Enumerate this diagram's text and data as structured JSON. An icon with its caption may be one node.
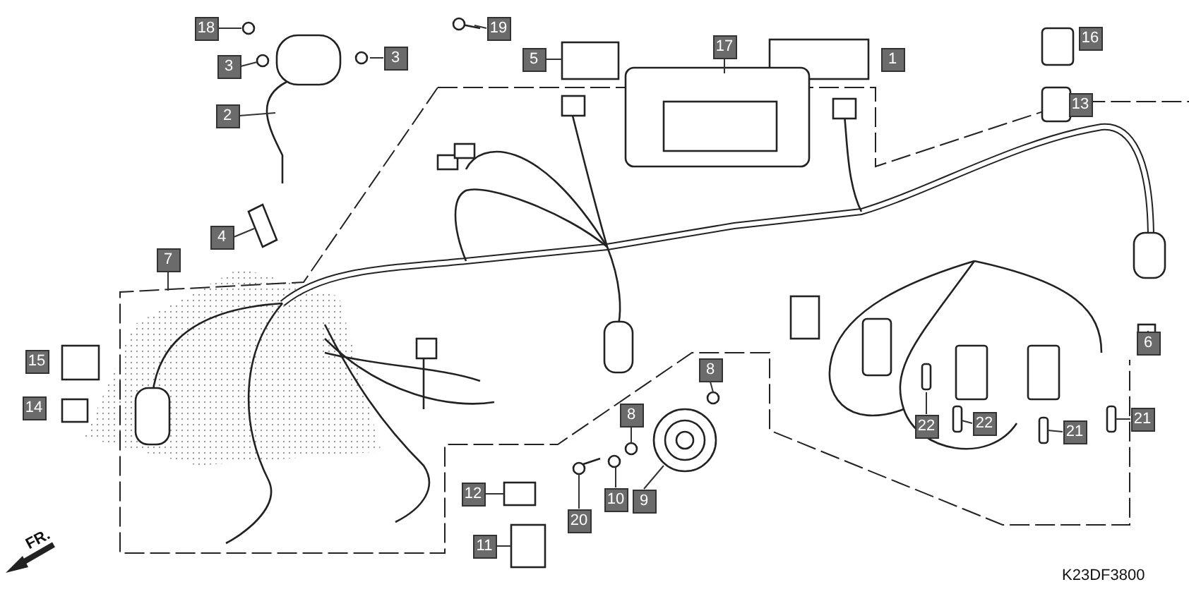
{
  "diagram": {
    "nodes": [
      {
        "text": [
          "18"
        ]
      },
      {
        "text": [
          "19"
        ]
      },
      {
        "text": [
          "17"
        ]
      },
      {
        "text": [
          "16"
        ]
      },
      {
        "text": [
          "3"
        ]
      },
      {
        "text": [
          "5"
        ]
      },
      {
        "text": [
          "1"
        ]
      },
      {
        "text": [
          "3"
        ]
      },
      {
        "text": [
          "13"
        ]
      },
      {
        "text": [
          "2"
        ]
      },
      {
        "text": [
          "4"
        ]
      },
      {
        "text": [
          "7"
        ]
      },
      {
        "text": [
          "6"
        ]
      },
      {
        "text": [
          "15"
        ]
      },
      {
        "text": [
          "8"
        ]
      },
      {
        "text": [
          "14"
        ]
      },
      {
        "text": [
          "8"
        ]
      },
      {
        "text": [
          "22"
        ]
      },
      {
        "text": [
          "22"
        ]
      },
      {
        "text": [
          "21"
        ]
      },
      {
        "text": [
          "21"
        ]
      },
      {
        "text": [
          "12"
        ]
      },
      {
        "text": [
          "10"
        ]
      },
      {
        "text": [
          "9"
        ]
      },
      {
        "text": [
          "20"
        ]
      },
      {
        "text": [
          "11"
        ]
      }
    ],
    "edges": [
      {
        "from": 0,
        "to": null,
        "arrow": "none"
      },
      {
        "from": 1,
        "to": null,
        "arrow": "none"
      },
      {
        "from": 2,
        "to": null,
        "arrow": "none"
      },
      {
        "from": 4,
        "to": null,
        "arrow": "none"
      },
      {
        "from": 5,
        "to": null,
        "arrow": "none"
      },
      {
        "from": 7,
        "to": null,
        "arrow": "none"
      },
      {
        "from": 9,
        "to": null,
        "arrow": "none"
      },
      {
        "from": 10,
        "to": null,
        "arrow": "none"
      },
      {
        "from": 11,
        "to": null,
        "arrow": "none"
      },
      {
        "from": 12,
        "to": null,
        "arrow": "none"
      },
      {
        "from": 14,
        "to": null,
        "arrow": "none"
      },
      {
        "from": 16,
        "to": null,
        "arrow": "none"
      },
      {
        "from": 17,
        "to": null,
        "arrow": "none"
      },
      {
        "from": 18,
        "to": null,
        "arrow": "none"
      },
      {
        "from": 19,
        "to": null,
        "arrow": "none"
      },
      {
        "from": 20,
        "to": null,
        "arrow": "none"
      },
      {
        "from": 21,
        "to": null,
        "arrow": "none"
      },
      {
        "from": 22,
        "to": null,
        "arrow": "none"
      },
      {
        "from": 23,
        "to": null,
        "arrow": "none"
      },
      {
        "from": 24,
        "to": null,
        "arrow": "none"
      },
      {
        "from": 25,
        "to": null,
        "arrow": "none"
      }
    ],
    "labels": [
      "FR.",
      "K23DF3800"
    ]
  }
}
